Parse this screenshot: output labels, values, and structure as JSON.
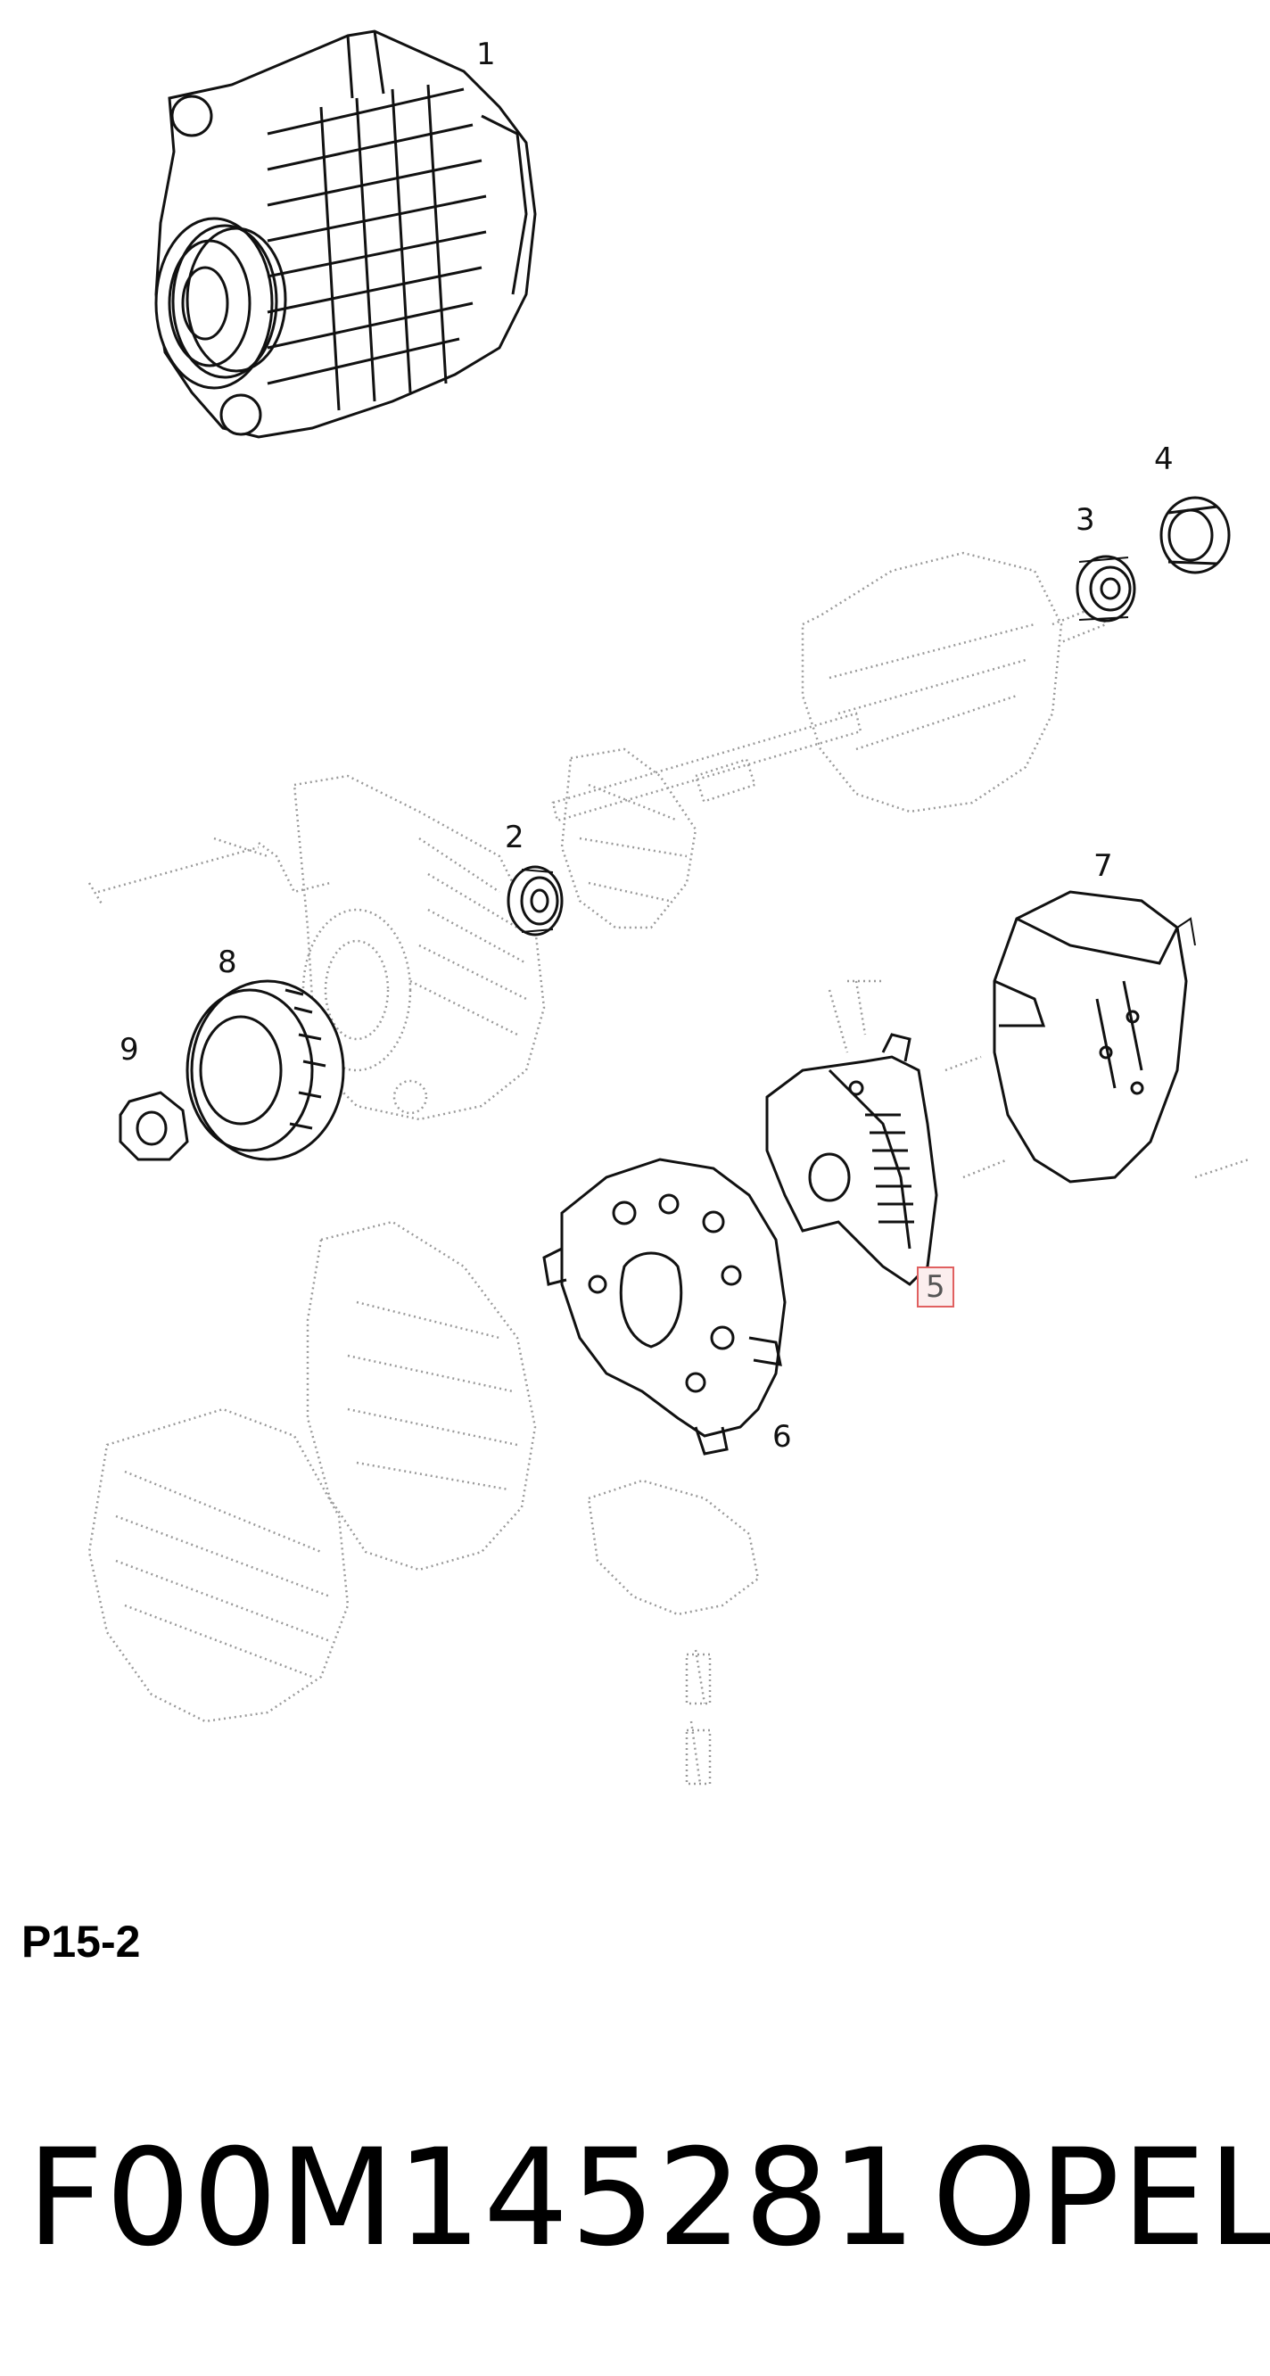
{
  "diagram": {
    "callouts": [
      {
        "id": "1",
        "label": "1"
      },
      {
        "id": "2",
        "label": "2"
      },
      {
        "id": "3",
        "label": "3"
      },
      {
        "id": "4",
        "label": "4"
      },
      {
        "id": "5",
        "label": "5",
        "highlighted": true
      },
      {
        "id": "6",
        "label": "6"
      },
      {
        "id": "7",
        "label": "7"
      },
      {
        "id": "8",
        "label": "8"
      },
      {
        "id": "9",
        "label": "9"
      }
    ],
    "highlight_color": "#e06060"
  },
  "footer": {
    "page_code": "P15-2",
    "part_number": "F00M145281",
    "brand": "OPEL"
  }
}
